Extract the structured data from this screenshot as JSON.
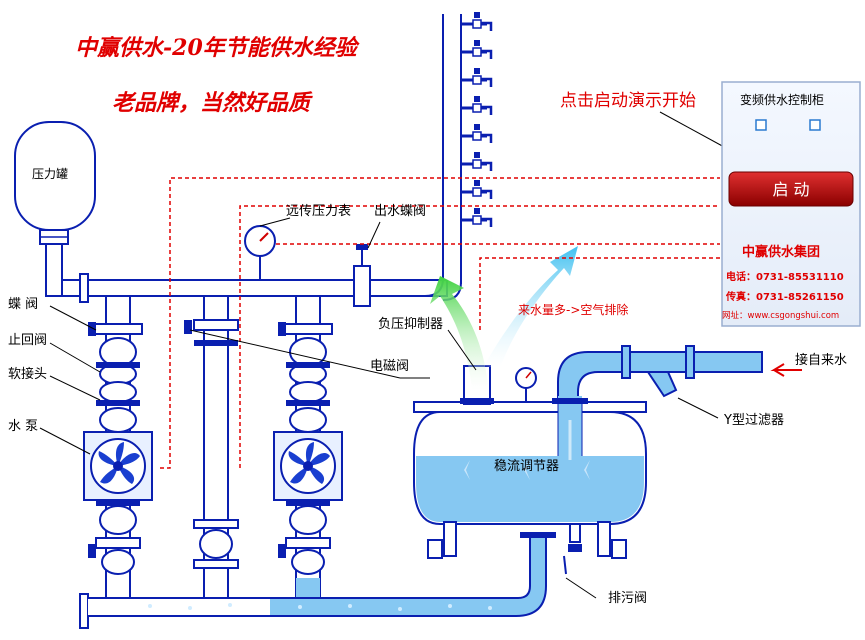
{
  "slogans": {
    "line1": "中赢供水-20年节能供水经验",
    "line2": "老品牌，当然好品质"
  },
  "labels": {
    "pressure_tank": "压力罐",
    "remote_gauge": "远传压力表",
    "outlet_butterfly_valve": "出水蝶阀",
    "butterfly_valve": "蝶 阀",
    "check_valve": "止回阀",
    "soft_joint": "软接头",
    "pump": "水 泵",
    "solenoid_valve": "电磁阀",
    "negative_pressure_suppressor": "负压抑制器",
    "air_exhaust": "来水量多->空气排除",
    "from_supply": "接自来水",
    "y_filter": "Y型过滤器",
    "stabilizer": "稳流调节器",
    "drain_valve": "排污阀"
  },
  "demo_prompt": "点击启动演示开始",
  "control_panel": {
    "title": "变频供水控制柜",
    "start_button": "启 动",
    "company": "中赢供水集团",
    "phone": "电话：0731-85531110",
    "fax": "传真：0731-85261150",
    "website": "网址：www.csgongshui.com"
  },
  "colors": {
    "pipe_outline": "#0a1fb0",
    "water": "#86c8f2",
    "slogan_red": "#e00000",
    "start_button": "#b50000"
  },
  "icons": [
    "fan-icon",
    "gauge-icon",
    "faucet-icon",
    "arrow-icon"
  ]
}
